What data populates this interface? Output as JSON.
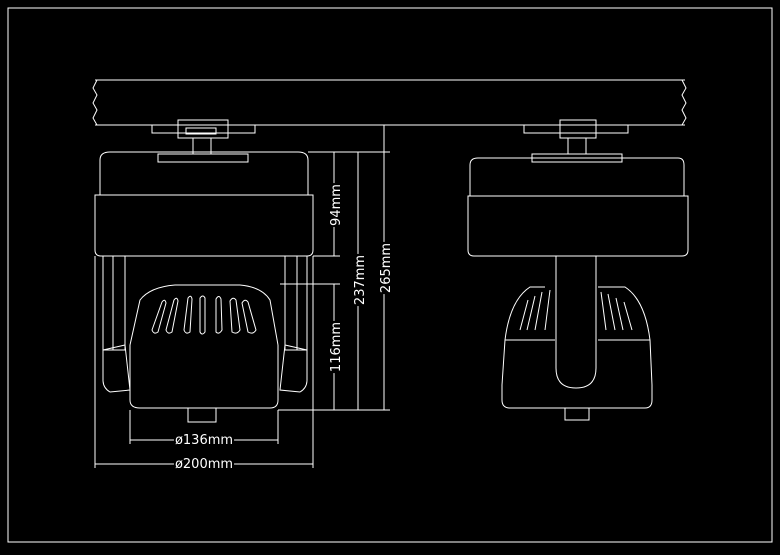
{
  "colors": {
    "background": "#000000",
    "line": "#ffffff"
  },
  "dimensions": {
    "height_1": "94mm",
    "height_2": "237mm",
    "height_3": "265mm",
    "height_4": "116mm",
    "width_1": "ø136mm",
    "width_2": "ø200mm"
  }
}
